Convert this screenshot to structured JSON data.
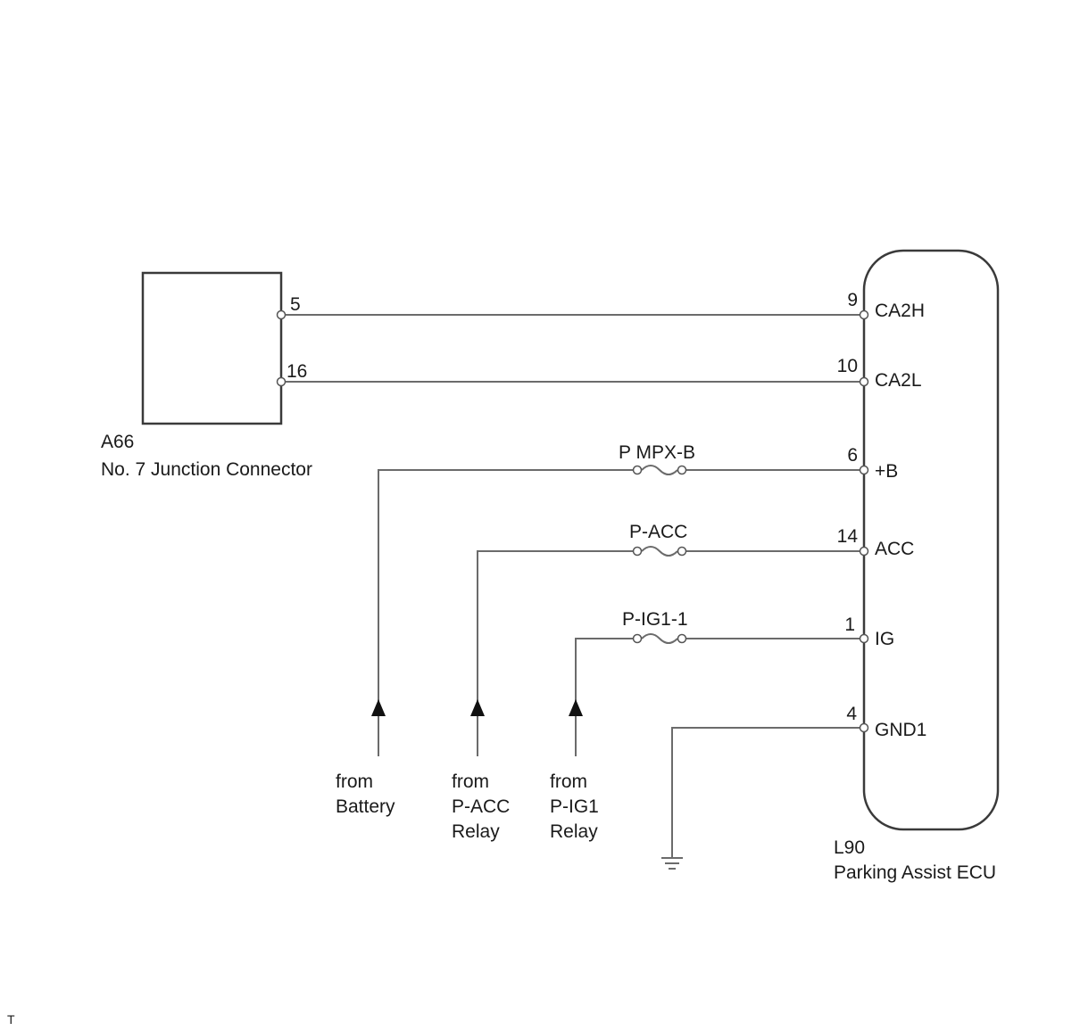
{
  "junction_connector": {
    "code": "A66",
    "name": "No. 7 Junction Connector",
    "pins": [
      "5",
      "16"
    ]
  },
  "ecu": {
    "code": "L90",
    "name": "Parking Assist ECU",
    "pins": [
      {
        "num": "9",
        "label": "CA2H"
      },
      {
        "num": "10",
        "label": "CA2L"
      },
      {
        "num": "6",
        "label": "+B"
      },
      {
        "num": "14",
        "label": "ACC"
      },
      {
        "num": "1",
        "label": "IG"
      },
      {
        "num": "4",
        "label": "GND1"
      }
    ]
  },
  "fuses": [
    "P MPX-B",
    "P-ACC",
    "P-IG1-1"
  ],
  "sources": [
    {
      "line1": "from",
      "line2": "Battery",
      "line3": ""
    },
    {
      "line1": "from",
      "line2": "P-ACC",
      "line3": "Relay"
    },
    {
      "line1": "from",
      "line2": "P-IG1",
      "line3": "Relay"
    }
  ],
  "footer_mark": "T"
}
